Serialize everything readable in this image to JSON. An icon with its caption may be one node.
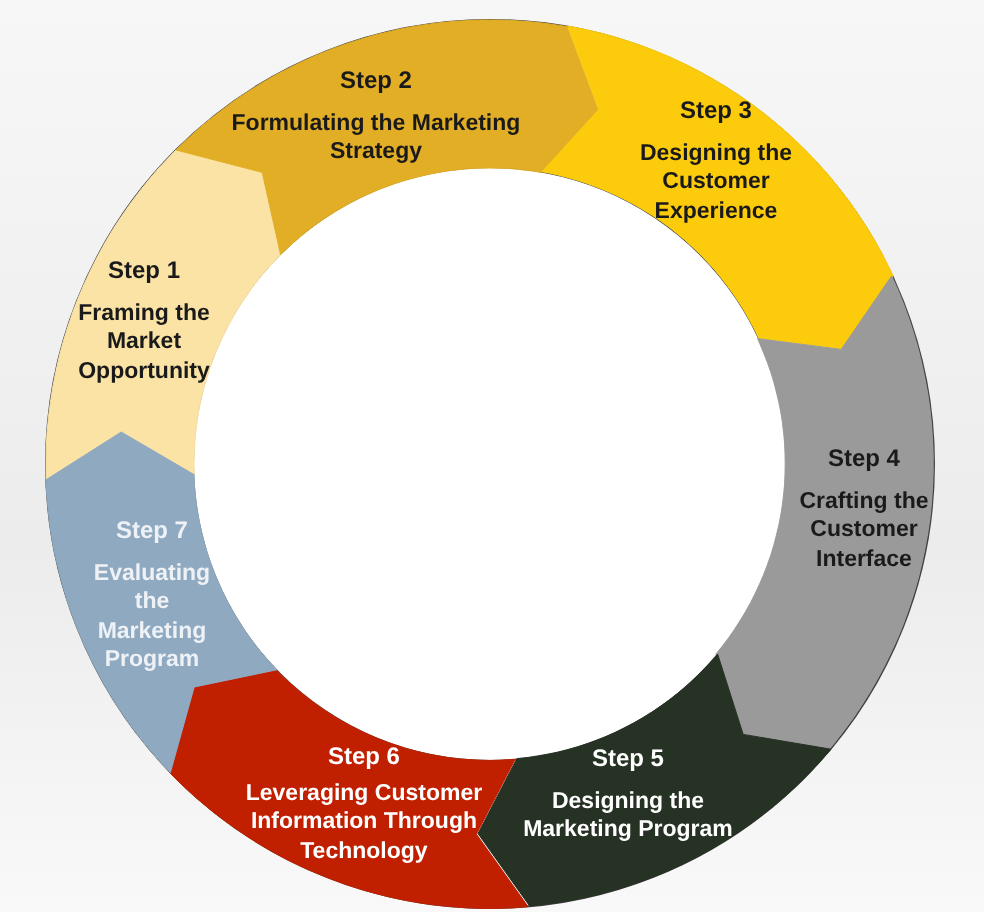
{
  "diagram": {
    "nodes": [
      {
        "text": [
          "Step 1",
          "Framing the Market Opportunity"
        ]
      },
      {
        "text": [
          "Step 2",
          "Formulating the Marketing Strategy"
        ]
      },
      {
        "text": [
          "Step 3",
          "Designing the Customer Experience"
        ]
      },
      {
        "text": [
          "Step 4",
          "Crafting the Customer Interface"
        ]
      },
      {
        "text": [
          "Step 5",
          "Designing the Marketing Program"
        ]
      },
      {
        "text": [
          "Step 6",
          "Leveraging Customer Information Through Technology"
        ]
      },
      {
        "text": [
          "Step 7",
          "Evaluating the Marketing Program"
        ]
      }
    ]
  }
}
